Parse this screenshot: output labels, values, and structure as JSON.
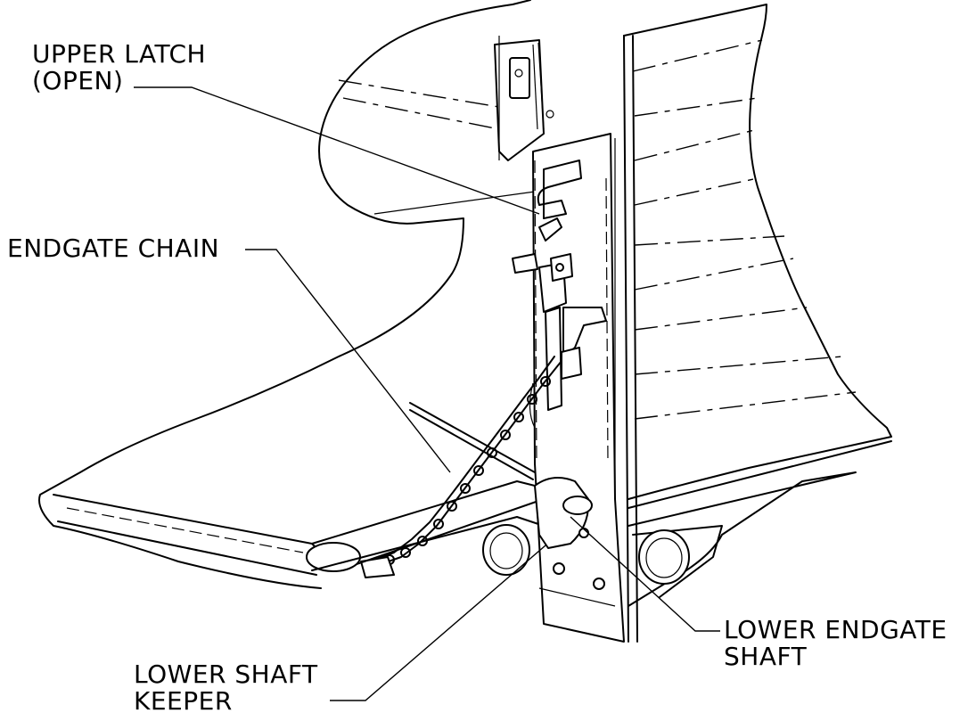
{
  "callouts": {
    "upper_latch": {
      "line1": "UPPER LATCH",
      "line2": "(OPEN)"
    },
    "endgate_chain": {
      "line1": "ENDGATE CHAIN"
    },
    "lower_endgate_shaft": {
      "line1": "LOWER ENDGATE",
      "line2": "SHAFT"
    },
    "lower_shaft_keeper": {
      "line1": "LOWER SHAFT",
      "line2": "KEEPER"
    }
  }
}
